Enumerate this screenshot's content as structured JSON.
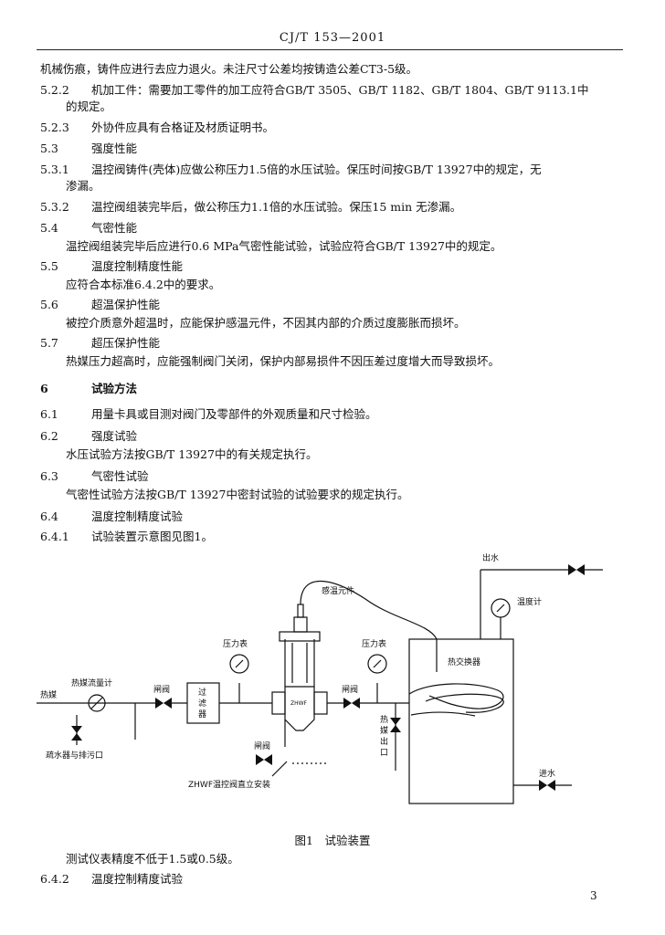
{
  "header": "CJ/T 153—2001",
  "lines": [
    {
      "num": "",
      "text": "机械伤痕，铸件应进行去应力退火。未注尺寸公差均按铸造公差CT3-5级。"
    },
    {
      "num": "5.2.2",
      "text": "机加工件：需要加工零件的加工应符合GB/T 3505、GB/T 1182、GB/T 1804、GB/T 9113.1中"
    },
    {
      "num": "",
      "text": "的规定。"
    },
    {
      "num": "5.2.3",
      "text": "外协件应具有合格证及材质证明书。"
    },
    {
      "num": "5.3",
      "text": "强度性能"
    },
    {
      "num": "5.3.1",
      "text": "温控阀铸件(壳体)应做公称压力1.5倍的水压试验。保压时间按GB/T 13927中的规定，无"
    },
    {
      "num": "",
      "text": "渗漏。"
    },
    {
      "num": "5.3.2",
      "text": "温控阀组装完毕后，做公称压力1.1倍的水压试验。保压15 min 无渗漏。"
    },
    {
      "num": "5.4",
      "text": "气密性能"
    },
    {
      "num": "",
      "text": "温控阀组装完毕后应进行0.6 MPa气密性能试验，试验应符合GB/T 13927中的规定。"
    },
    {
      "num": "5.5",
      "text": "温度控制精度性能"
    },
    {
      "num": "",
      "text": "应符合本标准6.4.2中的要求。"
    },
    {
      "num": "5.6",
      "text": "超温保护性能"
    },
    {
      "num": "",
      "text": "被控介质意外超温时，应能保护感温元件，不因其内部的介质过度膨胀而损坏。"
    },
    {
      "num": "5.7",
      "text": "超压保护性能"
    },
    {
      "num": "",
      "text": "热媒压力超高时，应能强制阀门关闭，保护内部易损件不因压差过度增大而导致损坏。"
    },
    {
      "num": "6",
      "text": "试验方法"
    },
    {
      "num": "6.1",
      "text": "用量卡具或目测对阀门及零部件的外观质量和尺寸检验。"
    },
    {
      "num": "6.2",
      "text": "强度试验"
    },
    {
      "num": "",
      "text": "水压试验方法按GB/T 13927中的有关规定执行。"
    },
    {
      "num": "6.3",
      "text": "气密性试验"
    },
    {
      "num": "",
      "text": "气密性试验方法按GB/T 13927中密封试验的试验要求的规定执行。"
    },
    {
      "num": "6.4",
      "text": "温度控制精度试验"
    },
    {
      "num": "6.4.1",
      "text": "试验装置示意图见图1。"
    }
  ],
  "figure": {
    "labels": {
      "outlet_water": "出水",
      "thermometer": "温度计",
      "sensor": "感温元件",
      "heat_exchanger": "热交换器",
      "pressure_gauge_1": "压力表",
      "pressure_gauge_2": "压力表",
      "flowmeter": "热媒流量计",
      "valve_1": "闸阀",
      "valve_2": "闸阀",
      "valve_3": "闸阀",
      "heat_medium": "热媒",
      "filter_1": "过",
      "filter_2": "滤",
      "filter_3": "器",
      "heat_outlet_1": "热",
      "heat_outlet_2": "媒",
      "heat_outlet_3": "出",
      "heat_outlet_4": "口",
      "drain": "疏水器与排污口",
      "valve_model": "ZHWF温控阀直立安装",
      "inlet_water": "进水",
      "valve_body_text": "ZHWF"
    }
  },
  "caption": "图1　试验装置",
  "after_lines": [
    {
      "num": "",
      "text": "测试仪表精度不低于1.5或0.5级。"
    },
    {
      "num": "6.4.2",
      "text": "温度控制精度试验"
    }
  ],
  "page_number": "3"
}
